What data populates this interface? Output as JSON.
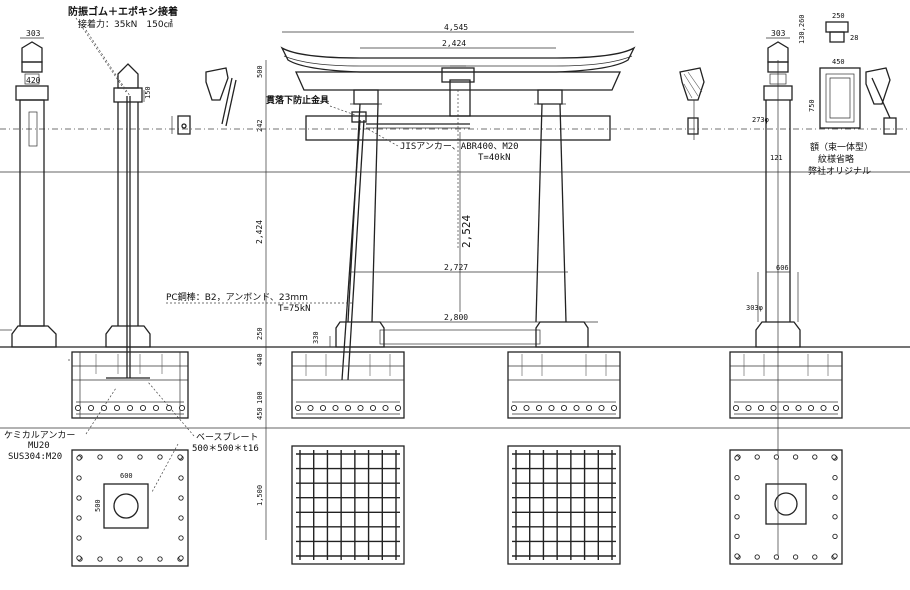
{
  "notes": {
    "rubber": "防振ゴム＋エポキシ接着",
    "adhesion": "接着力：35kN　150㎠",
    "fall_prevention": "貫落下防止金具",
    "jis_anchor": "JISアンカー、ABR400、M20",
    "jis_tension": "T=40kN",
    "pc_steel": "PC鋼棒：B2，アンボンド、23mm",
    "pc_tension": "T=75kN",
    "chem_anchor": "ケミカルアンカー",
    "chem_mu": "MU20",
    "chem_sus": "SUS304:M20",
    "base_plate": "ベースプレート",
    "base_plate_size": "500＊500＊t16",
    "plaque_type": "額（束一体型）",
    "crest_omitted": "紋様省略",
    "original": "弊社オリジナル"
  },
  "dims": {
    "top_width": "4,545",
    "nuki_width": "2,424",
    "height_total": "2,524",
    "mid_width": "2,727",
    "base_width": "2,800",
    "left_303": "303",
    "left_420": "420",
    "d150": "150",
    "v500": "500",
    "v242": "242",
    "v2424": "2,424",
    "v250": "250",
    "v440": "440",
    "v100": "100",
    "v450": "450",
    "v1500": "1,500",
    "v330": "330",
    "foot_600": "600",
    "foot_500": "500",
    "right_303": "303",
    "dia273": "273φ",
    "dia303": "303φ",
    "r606": "606",
    "r121": "121",
    "p250": "250",
    "p130_260": "130,260",
    "p28": "28",
    "p450": "450",
    "p750": "750"
  }
}
